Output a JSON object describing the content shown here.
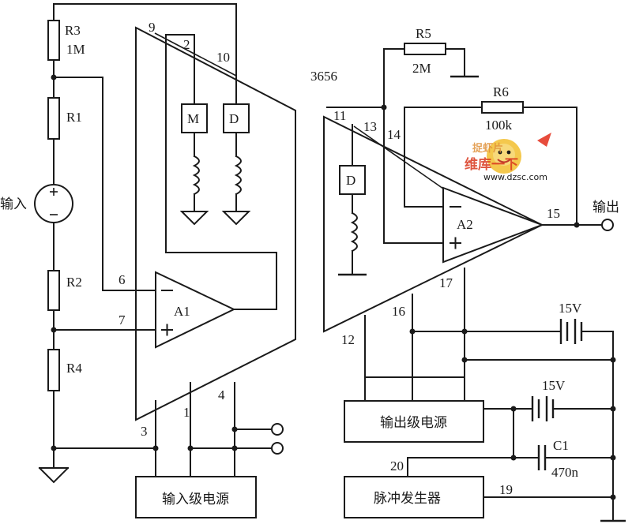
{
  "chip": "3656",
  "resistors": {
    "r3": "R3",
    "r3_value": "1M",
    "r1": "R1",
    "r2": "R2",
    "r4": "R4",
    "r5": "R5",
    "r5_value": "2M",
    "r6": "R6",
    "r6_value": "100k"
  },
  "amplifiers": {
    "a1": "A1",
    "a2": "A2"
  },
  "couplers": {
    "m": "M",
    "d1": "D",
    "d2": "D"
  },
  "capacitor": {
    "label": "C1",
    "value": "470n"
  },
  "batteries": {
    "b1": "15V",
    "b2": "15V"
  },
  "io": {
    "input": "输入",
    "output": "输出"
  },
  "blocks": {
    "input_power": "输入级电源",
    "output_power": "输出级电源",
    "pulse_generator": "脉冲发生器"
  },
  "pins": {
    "p9": "9",
    "p2": "2",
    "p10": "10",
    "p6": "6",
    "p7": "7",
    "p3": "3",
    "p1": "1",
    "p4": "4",
    "p11": "11",
    "p13": "13",
    "p14": "14",
    "p15": "15",
    "p12": "12",
    "p16": "16",
    "p17": "17",
    "p20": "20",
    "p19": "19"
  },
  "watermark": {
    "line1": "维库一下",
    "line2": "www.dzsc.com",
    "tag": "捉虾片"
  }
}
